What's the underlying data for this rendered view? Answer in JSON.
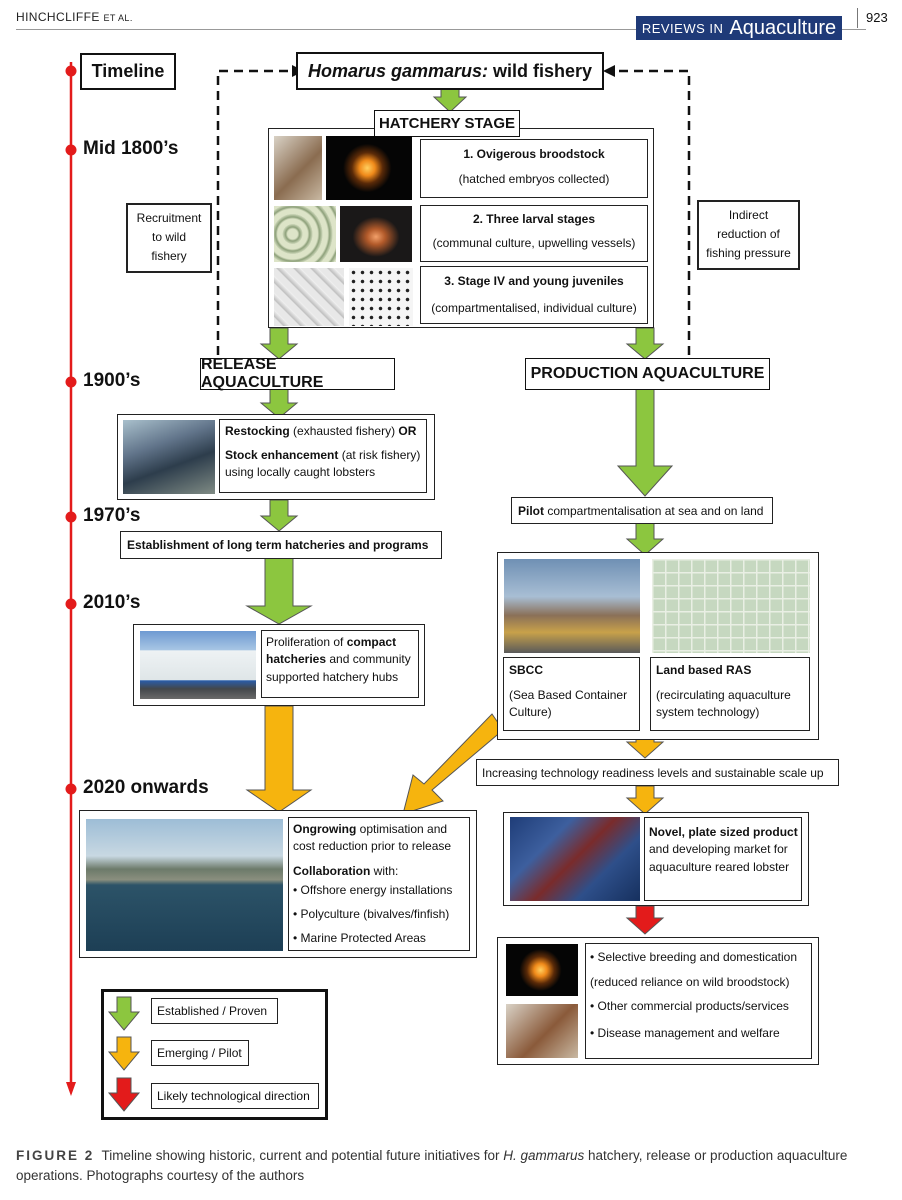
{
  "header": {
    "author": "HINCHCLIFFE",
    "etal": "ET AL.",
    "journal_prefix": "REVIEWS IN",
    "journal_name": "Aquaculture",
    "page": "923"
  },
  "timeline": {
    "title": "Timeline",
    "eras": [
      "Mid 1800’s",
      "1900’s",
      "1970’s",
      "2010’s",
      "2020 onwards"
    ]
  },
  "top": {
    "species": "Homarus gammarus:",
    "rest": " wild fishery"
  },
  "side": {
    "left": "Recruitment to wild fishery",
    "right": "Indirect reduction of fishing pressure"
  },
  "hatchery": {
    "title": "HATCHERY STAGE",
    "stages": [
      {
        "title": "1. Ovigerous broodstock",
        "sub": "(hatched embryos collected)"
      },
      {
        "title": "2. Three larval stages",
        "sub": "(communal culture, upwelling vessels)"
      },
      {
        "title": "3. Stage IV and young juveniles",
        "sub": "(compartmentalised, individual culture)"
      }
    ]
  },
  "release": {
    "title": "RELEASE AQUACULTURE",
    "b1_bold1": "Restocking",
    "b1_t1": " (exhausted fishery) ",
    "b1_bold2": "OR",
    "b1_bold3": "Stock enhancement",
    "b1_t2": " (at risk fishery) using locally caught lobsters",
    "b2": "Establishment of long term hatcheries and programs",
    "b3_t1": "Proliferation of ",
    "b3_bold": "compact hatcheries",
    "b3_t2": " and community supported hatchery hubs",
    "b4_bold1": "Ongrowing",
    "b4_t1": " optimisation and cost reduction prior to release",
    "b4_bold2": "Collaboration",
    "b4_t2": " with:",
    "b4_list": [
      "• Offshore energy installations",
      "• Polyculture (bivalves/finfish)",
      "• Marine Protected Areas"
    ]
  },
  "production": {
    "title": "PRODUCTION AQUACULTURE",
    "b1_bold": "Pilot",
    "b1_t": " compartmentalisation at sea and on land",
    "sbcc_title": "SBCC",
    "sbcc_sub": "(Sea Based Container Culture)",
    "ras_title": "Land based RAS",
    "ras_sub": "(recirculating aquaculture system technology)",
    "b2": "Increasing technology readiness levels and sustainable scale up",
    "b3_bold": "Novel, plate sized product",
    "b3_t": " and developing market for aquaculture reared lobster",
    "b4_list": [
      "• Selective breeding and domestication",
      "(reduced reliance on wild broodstock)",
      "• Other commercial products/services",
      "• Disease management and welfare"
    ]
  },
  "legend": [
    "Established / Proven",
    "Emerging / Pilot",
    "Likely technological direction"
  ],
  "colors": {
    "green": "#8cc63f",
    "amber": "#f6b40e",
    "red": "#e31b1b",
    "timeline": "#e31b1b",
    "journal": "#1f3a78"
  },
  "caption": {
    "fig": "FIGURE 2",
    "t1": "  Timeline showing historic, current and potential future initiatives for ",
    "italic": "H. gammarus",
    "t2": " hatchery, release or production aquaculture operations. Photographs courtesy of the authors"
  }
}
